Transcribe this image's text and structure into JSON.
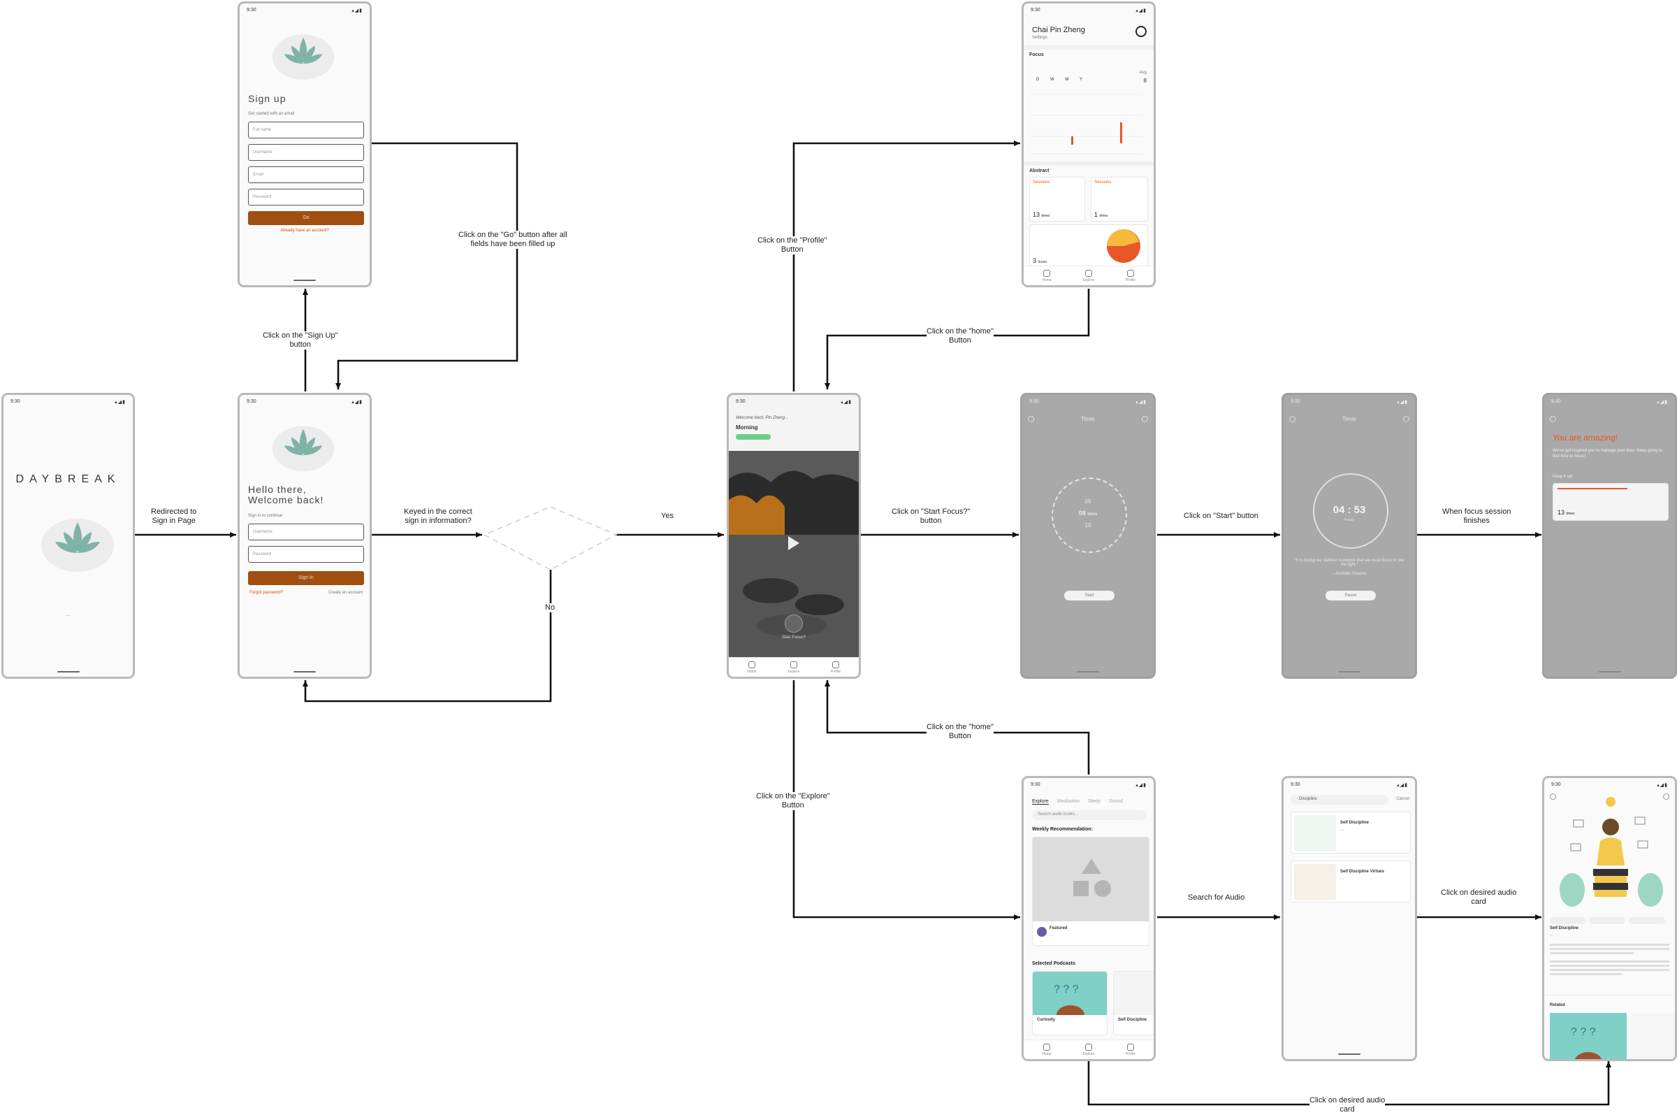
{
  "colors": {
    "brand_brown": "#a04f10",
    "accent_orange": "#e8562a",
    "lotus_teal": "#7fb3a6",
    "progress_green": "#6bcf8a",
    "dim_overlay": "#a9a9a9"
  },
  "phones": {
    "launch": {
      "time": "9:30",
      "brand": "DAYBREAK",
      "footer": "..."
    },
    "signup": {
      "time": "9:30",
      "title": "Sign up",
      "subtitle": "Get started with an email",
      "fields": [
        "Full name",
        "Username",
        "Email",
        "Password"
      ],
      "go": "Go",
      "signin_link": "Already have an account?"
    },
    "signin": {
      "time": "9:30",
      "title_line1": "Hello there,",
      "title_line2": "Welcome back!",
      "subtitle": "Sign in to continue",
      "fields": [
        "Username",
        "Password"
      ],
      "signin": "Sign In",
      "forgot": "Forgot password?",
      "create": "Create an account"
    },
    "home": {
      "time": "9:30",
      "welcome": "Welcome back, Pin Zheng...",
      "greeting": "Morning",
      "start_focus": "Start Focus?",
      "nav": [
        "Home",
        "Explore",
        "Profile"
      ]
    },
    "profile": {
      "time": "9:30",
      "name": "Chai Pin Zheng",
      "sub": "Settings",
      "focus_heading": "Focus",
      "days": [
        "D",
        "W",
        "M",
        "Y"
      ],
      "avg_label": "Avg",
      "avg_value": "8",
      "abstract_heading": "Abstract",
      "card1_label": "Sessions",
      "card1_value": "13",
      "card1_unit": "times",
      "card2_label": "Sessions",
      "card2_value": "1",
      "card2_unit": "times",
      "card3_value": "3",
      "card3_unit": "hours",
      "nav": [
        "Home",
        "Explore",
        "Profile"
      ]
    },
    "timer_setup": {
      "time": "9:30",
      "title": "Timer",
      "options": [
        "05",
        "08",
        "10"
      ],
      "unit": "mins",
      "start": "Start"
    },
    "timer_running": {
      "time": "9:30",
      "title": "Timer",
      "clock": "04 : 53",
      "clock_sub": "Focus",
      "quote": "“It is during our darkest moments that we must focus to see the light.”",
      "quote_author": "– Aristotle Onassis",
      "pause": "Pause"
    },
    "done": {
      "time": "9:30",
      "title": "You are amazing!",
      "body": "We've got inspired you to manage your time. Keep going to find time to focus!",
      "focus_heading": "Keep it up!",
      "count": "13",
      "count_unit": "times"
    },
    "explore": {
      "time": "9:30",
      "tabs": [
        "Explore",
        "Meditation",
        "Sleep",
        "Sound"
      ],
      "search": "Search audio books...",
      "weekly": "Weekly Recommendation:",
      "featured": "Featured",
      "featured_sub": "...",
      "selected": "Selected Podcasts",
      "podcast1": "Curiosity",
      "podcast2": "Self Discipline",
      "nav": [
        "Home",
        "Explore",
        "Profile"
      ]
    },
    "search": {
      "time": "9:30",
      "query": "Discipline",
      "cancel": "Cancel",
      "result1": "Self Discipline",
      "result1_sub": "...",
      "result2": "Self Discipline Virtues",
      "result2_sub": "..."
    },
    "detail": {
      "time": "9:30",
      "title": "Self Discipline",
      "sub": "...",
      "related": "Related"
    }
  },
  "flow_labels": {
    "redirected": "Redirected to\nSign in Page",
    "signup_click": "Click on the \"Sign Up\"\nbutton",
    "go_click": "Click on the \"Go\" button after all\nfields have been filled up",
    "keyed": "Keyed in the correct\nsign in information?",
    "yes": "Yes",
    "no": "No",
    "profile_click": "Click on the \"Profile\"\nButton",
    "home_click_top": "Click on the \"home\"\nButton",
    "start_focus_click": "Click on \"Start Focus?\"\nbutton",
    "start_click": "Click on \"Start\" button",
    "session_finish": "When focus session\nfinishes",
    "home_click_bottom": "Click on the \"home\"\nButton",
    "explore_click": "Click on the \"Explore\"\nButton",
    "search_audio": "Search for Audio",
    "audio_card_right": "Click on desired audio\ncard",
    "audio_card_bottom": "Click on desired audio\ncard"
  }
}
